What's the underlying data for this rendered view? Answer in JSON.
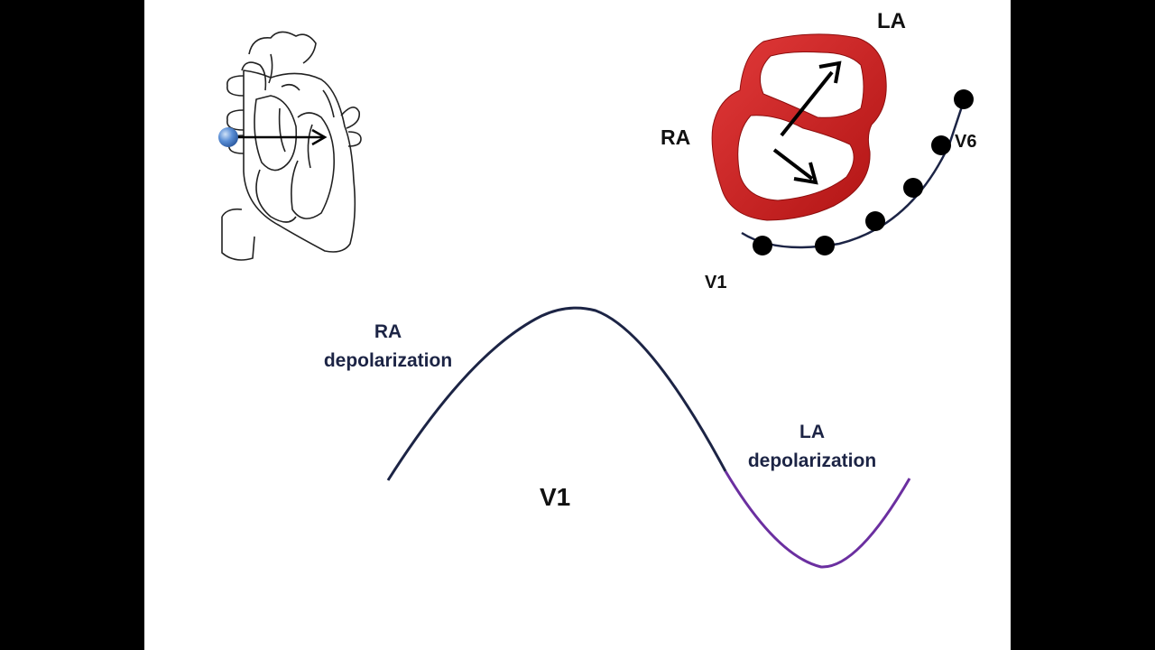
{
  "labels": {
    "la": "LA",
    "ra": "RA",
    "v6": "V6",
    "v1_top": "V1",
    "ra_dep_line1": "RA",
    "ra_dep_line2": "depolarization",
    "la_dep_line1": "LA",
    "la_dep_line2": "depolarization",
    "v1_center": "V1"
  },
  "colors": {
    "frame": "#000000",
    "slide": "#ffffff",
    "atria": "#cc1a1a",
    "wave_positive": "#1c2445",
    "wave_negative": "#6b2fa0",
    "electrode": "#000000",
    "sa_node": "#5b8fd6"
  },
  "icons": {
    "heart": "heart-outline-diagram",
    "atria": "atria-ring-diagram"
  }
}
